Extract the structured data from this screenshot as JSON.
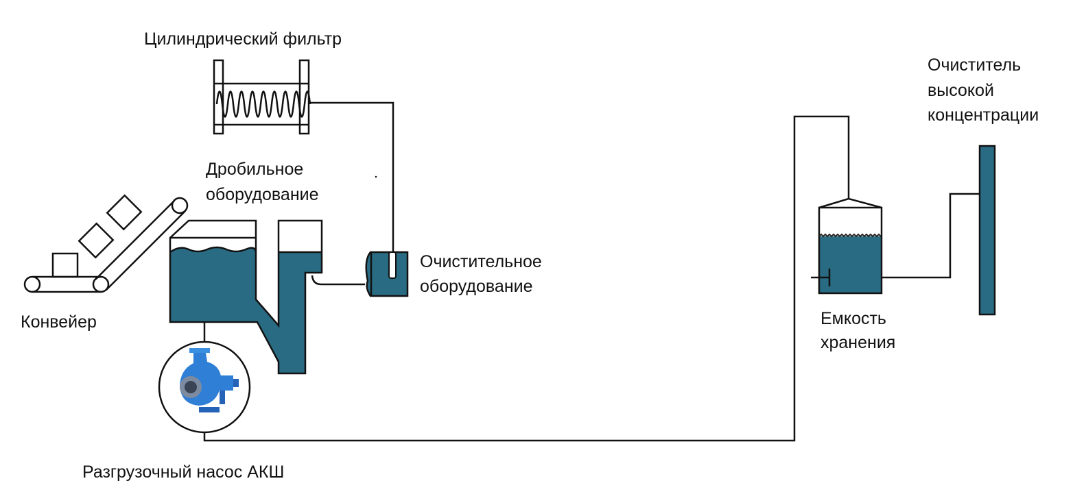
{
  "colors": {
    "fluid": "#2a6b84",
    "line": "#111111",
    "pump": "#2f7fd6"
  },
  "labels": {
    "filter": "Цилиндрический фильтр",
    "crusher": [
      "Дробильное",
      "оборудование"
    ],
    "cleaner": [
      "Очистительное",
      "оборудование"
    ],
    "conveyor": "Конвейер",
    "pump": "Разгрузочный насос АКШ",
    "storage": [
      "Емкость",
      "хранения"
    ],
    "hc_cleaner": [
      "Очиститель",
      "высокой",
      "концентрации"
    ]
  }
}
